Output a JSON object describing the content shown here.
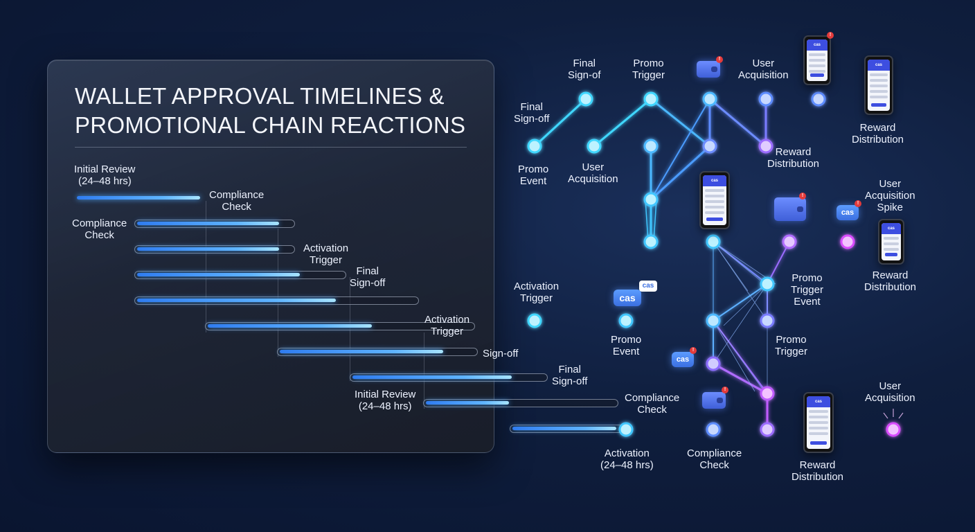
{
  "title_line1": "WALLET APPROVAL TIMELINES &",
  "title_line2": "PROMOTIONAL CHAIN REACTIONS",
  "timeline": {
    "labels": {
      "initial_review_1": "Initial Review",
      "initial_review_1_sub": "(24–48 hrs)",
      "compliance_check_1": "Compliance",
      "compliance_check_1_sub": "Check",
      "compliance_check_2": "Compliance",
      "compliance_check_2_sub": "Check",
      "activation_trigger_1": "Activation",
      "activation_trigger_1_sub": "Trigger",
      "final_signoff_1": "Final",
      "final_signoff_1_sub": "Sign-off",
      "activation_trigger_2": "Activation",
      "activation_trigger_2_sub": "Trigger",
      "signoff_2": "Sign-off",
      "final_signoff_3": "Final",
      "final_signoff_3_sub": "Sign-off",
      "initial_review_2": "Initial Review",
      "initial_review_2_sub": "(24–48 hrs)",
      "compliance_check_3": "Compliance",
      "compliance_check_3_sub": "Check"
    }
  },
  "network": {
    "labels": {
      "final_signof_top": "Final",
      "final_signof_top_sub": "Sign-of",
      "promo_trigger_top": "Promo",
      "promo_trigger_top_sub": "Trigger",
      "user_acq_top": "User",
      "user_acq_top_sub": "Acquisition",
      "reward_dist_top_right": "Reward",
      "reward_dist_top_right_sub": "Distribution",
      "final_signoff_left": "Final",
      "final_signoff_left_sub": "Sign-off",
      "promo_event_left": "Promo",
      "promo_event_left_sub": "Event",
      "user_acq_mid": "User",
      "user_acq_mid_sub": "Acquisition",
      "reward_dist_mid": "Reward",
      "reward_dist_mid_sub": "Distribution",
      "user_acq_spike": "User",
      "user_acq_spike_sub": "Acquisition",
      "user_acq_spike_sub2": "Spike",
      "reward_dist_right": "Reward",
      "reward_dist_right_sub": "Distribution",
      "promo_trigger_event": "Promo",
      "promo_trigger_event_sub": "Trigger",
      "promo_trigger_event_sub2": "Event",
      "activation_trigger": "Activation",
      "activation_trigger_sub": "Trigger",
      "promo_event_mid": "Promo",
      "promo_event_mid_sub": "Event",
      "promo_trigger_mid": "Promo",
      "promo_trigger_mid_sub": "Trigger",
      "user_acq_bottom": "User",
      "user_acq_bottom_sub": "Acquisition",
      "activation_bottom": "Activation",
      "activation_bottom_sub": "(24–48 hrs)",
      "compliance_bottom": "Compliance",
      "compliance_bottom_sub": "Check",
      "reward_dist_bottom": "Reward",
      "reward_dist_bottom_sub": "Distribution"
    },
    "badge_text": "cas",
    "phone_header": "cas",
    "alert": "!"
  },
  "colors": {
    "cyan": "#3fd7ff",
    "blue": "#4f8bff",
    "violet": "#9b6cff",
    "magenta": "#d94bff"
  }
}
